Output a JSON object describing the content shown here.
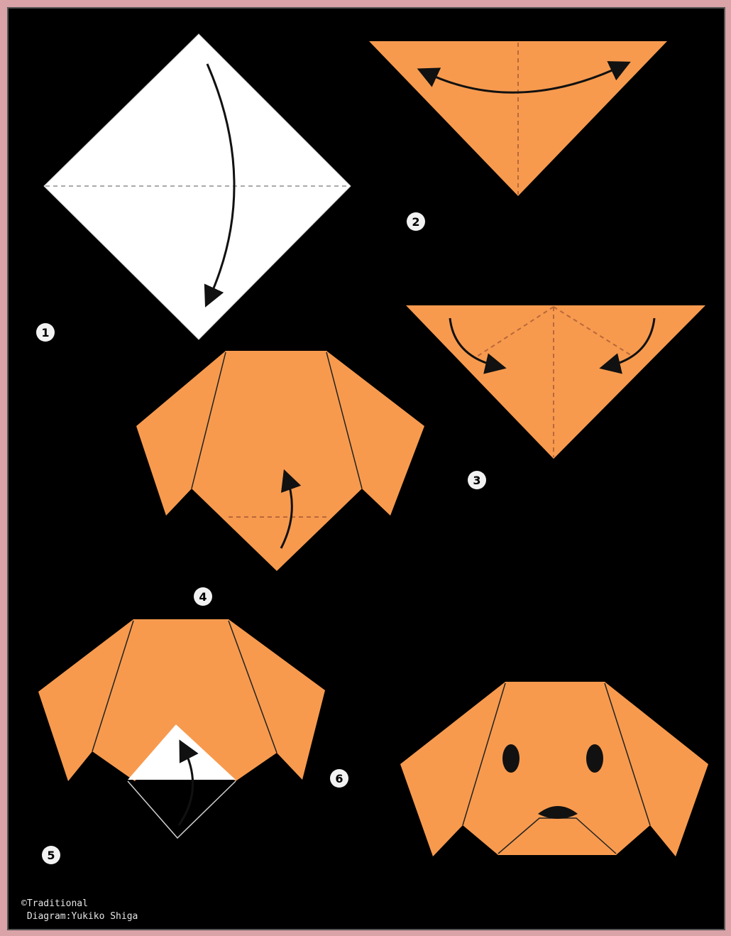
{
  "colors": {
    "paper_orange": "#f79a4e",
    "paper_white": "#ffffff",
    "background": "#000000",
    "border": "#d9a3a8"
  },
  "steps": [
    {
      "label": "1"
    },
    {
      "label": "2"
    },
    {
      "label": "3"
    },
    {
      "label": "4"
    },
    {
      "label": "5"
    },
    {
      "label": "6"
    }
  ],
  "credit": {
    "line1": "©Traditional",
    "line2": " Diagram:Yukiko Shiga"
  }
}
